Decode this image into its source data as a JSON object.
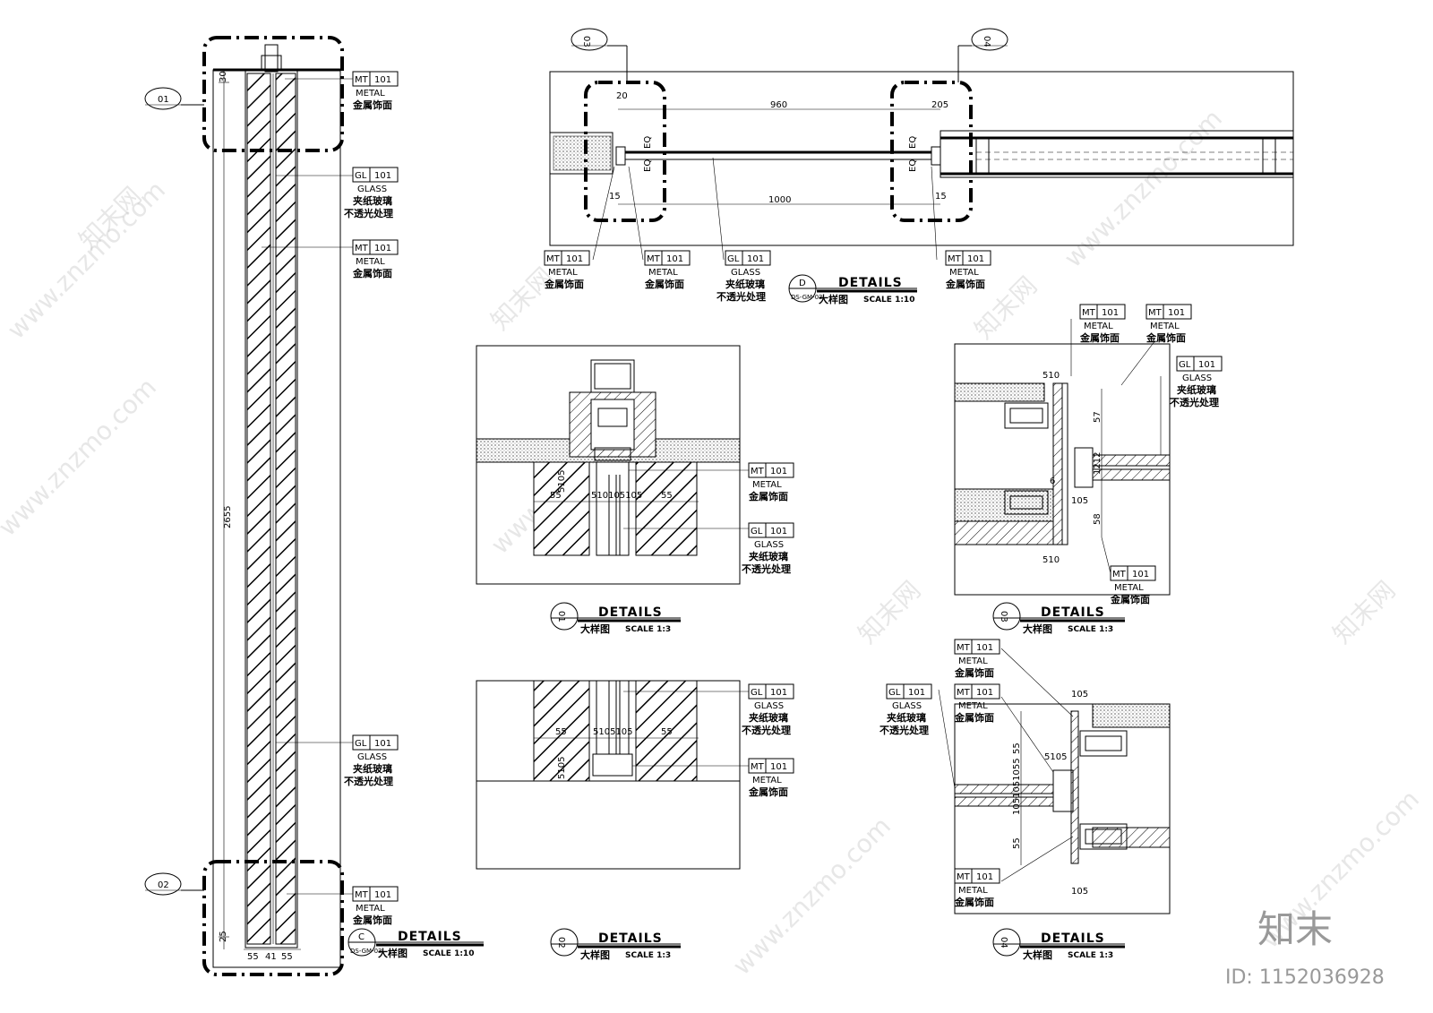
{
  "watermark": {
    "site": "www.znzmo.com",
    "brand_cn": "知末网",
    "logo": "知末",
    "id_text": "ID: 1152036928"
  },
  "tag_labels": {
    "metal_code": "MT",
    "metal_num": "101",
    "metal_en": "METAL",
    "metal_cn": "金属饰面",
    "glass_code": "GL",
    "glass_num": "101",
    "glass_en": "GLASS",
    "glass_cn1": "夹纸玻璃",
    "glass_cn2": "不透光处理"
  },
  "titles": {
    "details": "DETAILS",
    "cn": "大样图",
    "scale_10": "SCALE 1:10",
    "scale_3": "SCALE 1:3",
    "sheet_ref": "DS-GM-03"
  },
  "callouts": {
    "c01": "01",
    "c02": "02",
    "c03": "03",
    "c04": "04",
    "C": "C",
    "D": "D"
  },
  "dimensions": {
    "elev_height": "2655",
    "elev_top": "30",
    "elev_bot": "25",
    "elev_bottom_55a": "55",
    "elev_bottom_41": "41",
    "elev_bottom_55b": "55",
    "plan_960": "960",
    "plan_1000": "1000",
    "plan_20": "20",
    "plan_205": "205",
    "plan_15a": "15",
    "plan_15b": "15",
    "eq": "EQ",
    "d1_55": "55",
    "d1_mid": "510105105",
    "d1_55b": "55",
    "d1_v": "5105",
    "d2_55": "55",
    "d2_mid": "5105105",
    "d2_55b": "55",
    "d2_v": "5105",
    "d3_510a": "510",
    "d3_57": "57",
    "d3_58": "58",
    "d3_1212": "1212",
    "d3_6": "6",
    "d3_105": "105",
    "d3_510b": "510",
    "d4_105a": "105",
    "d4_55a": "55",
    "d4_5105": "5105",
    "d4_55b": "55",
    "d4_105b": "105",
    "d4_v": "1051051055"
  }
}
